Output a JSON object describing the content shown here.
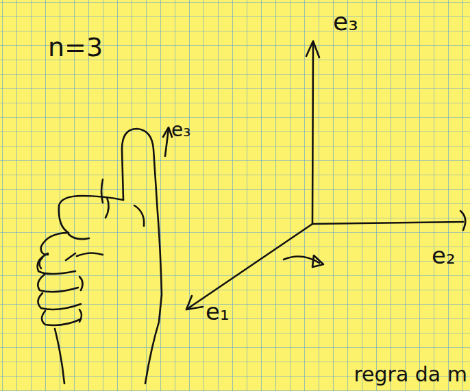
{
  "diagram": {
    "labels": [
      "n=3",
      "e₃",
      "e₃",
      "e₁",
      "e₂",
      "regra da m"
    ]
  }
}
